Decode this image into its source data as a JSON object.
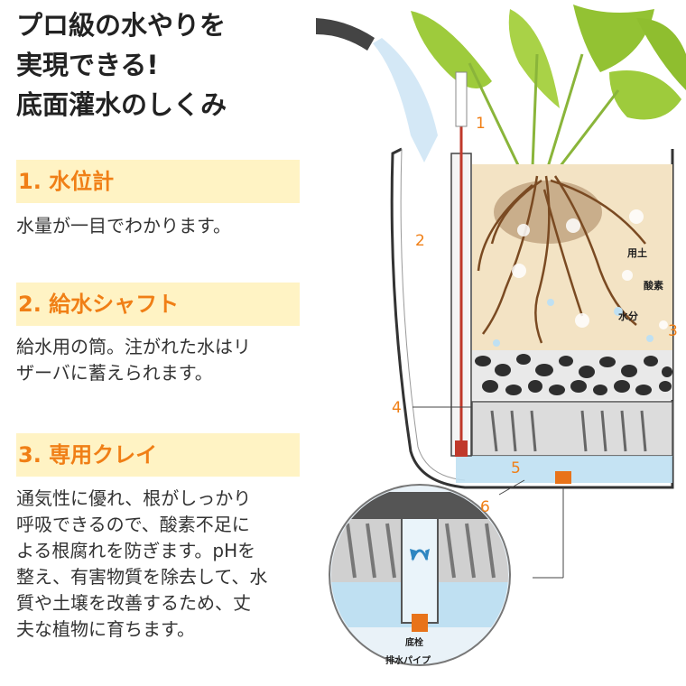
{
  "title": {
    "line1": "プロ級の水やりを",
    "line2": "実現できる!",
    "line3": "底面灌水のしくみ"
  },
  "sections": [
    {
      "heading": "1. 水位計",
      "lines": [
        "水量が一目でわかります。"
      ]
    },
    {
      "heading": "2. 給水シャフト",
      "lines": [
        "給水用の筒。注がれた水はリ",
        "ザーバに蓄えられます。"
      ]
    },
    {
      "heading": "3. 専用クレイ",
      "lines": [
        "通気性に優れ、根がしっかり",
        "呼吸できるので、酸素不足に",
        "よる根腐れを防ぎます。pHを",
        "整え、有害物質を除去して、水",
        "質や土壌を改善するため、丈",
        "夫な植物に育ちます。"
      ]
    }
  ],
  "diagram": {
    "callouts": [
      "1",
      "2",
      "3",
      "4",
      "5",
      "6"
    ],
    "soil_labels": {
      "soil": "用土",
      "oxygen": "酸素",
      "water": "水分"
    },
    "detail_labels": {
      "plug": "底栓",
      "drain_pipe": "排水パイプ"
    }
  },
  "colors": {
    "heading_bg": "#fff3c4",
    "heading_text": "#f07f16",
    "callout": "#f07f16",
    "water": "#bfe0f2",
    "soil": "#f3e3c4",
    "leaf": "#9ecb3c"
  }
}
